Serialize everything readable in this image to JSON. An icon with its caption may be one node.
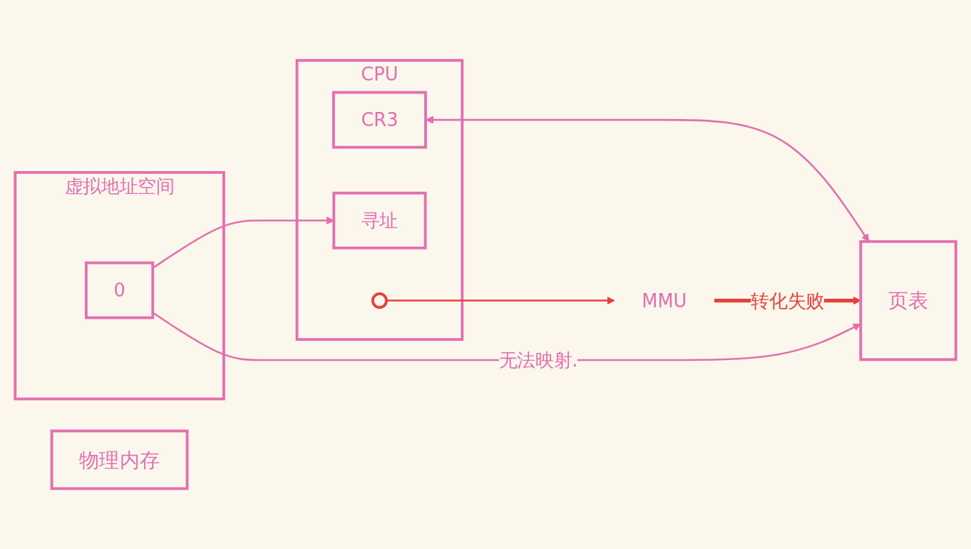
{
  "diagram": {
    "nodes": [
      {
        "text": [
          "CPU"
        ]
      },
      {
        "text": [
          "CR3"
        ],
        "in": 0
      },
      {
        "text": [
          "寻址"
        ],
        "in": 0
      },
      {
        "text": [],
        "shape": "circle",
        "in": 0
      },
      {
        "text": [
          "MMU"
        ]
      },
      {
        "text": [
          "虚拟地址空间"
        ]
      },
      {
        "text": [
          "0"
        ],
        "in": 5
      },
      {
        "text": [
          "页表"
        ]
      },
      {
        "text": [
          "物理内存"
        ]
      }
    ],
    "edges": [
      {
        "from": 1,
        "to": 7,
        "arrow": "both"
      },
      {
        "from": 6,
        "to": 2,
        "arrow": "to"
      },
      {
        "from": 3,
        "to": 4,
        "arrow": "to",
        "color": "#e8403a"
      },
      {
        "from": 4,
        "to": 7,
        "arrow": "to",
        "label": "转化失败",
        "style": "thick",
        "color": "#e8403a"
      },
      {
        "from": 6,
        "to": 7,
        "arrow": "to",
        "label": "无法映射."
      }
    ]
  }
}
